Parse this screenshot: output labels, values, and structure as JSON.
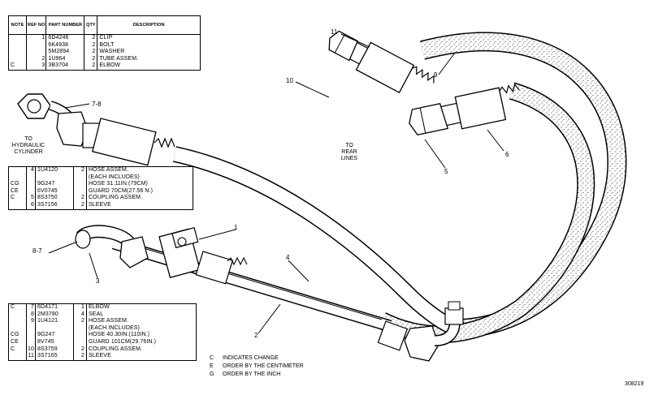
{
  "table_headers": {
    "note": "NOTE",
    "ref_no": "REF NO",
    "part_number": "PART NUMBER",
    "qty": "QTY",
    "description": "DESCRIPTION"
  },
  "parts_table_1": [
    {
      "note": "",
      "ref": "1",
      "part": "6D4246",
      "qty": "2",
      "desc": "CLIP"
    },
    {
      "note": "",
      "ref": "",
      "part": "6K4938",
      "qty": "2",
      "desc": "BOLT"
    },
    {
      "note": "",
      "ref": "",
      "part": "5M2894",
      "qty": "2",
      "desc": "WASHER"
    },
    {
      "note": "",
      "ref": "2",
      "part": "1U964",
      "qty": "2",
      "desc": "TUBE ASSEM."
    },
    {
      "note": "C",
      "ref": "3",
      "part": "3B3704",
      "qty": "2",
      "desc": "ELBOW"
    }
  ],
  "parts_table_2": [
    {
      "note": "",
      "ref": "4",
      "part": "1U4120",
      "qty": "2",
      "desc": "HOSE ASSEM."
    },
    {
      "note": "",
      "ref": "",
      "part": "",
      "qty": "",
      "desc": "(EACH INCLUDES)"
    },
    {
      "note": "CG",
      "ref": "",
      "part": "9G247",
      "qty": "",
      "desc": "HOSE 31.11IN.(79CM)"
    },
    {
      "note": "CE",
      "ref": "",
      "part": "6V0745",
      "qty": "",
      "desc": "GUARD 70CM(27.56 N.)"
    },
    {
      "note": "C",
      "ref": "5",
      "part": "8S3750",
      "qty": "2",
      "desc": "COUPLING ASSEM."
    },
    {
      "note": "",
      "ref": "6",
      "part": "3S7156",
      "qty": "2",
      "desc": "SLEEVE"
    }
  ],
  "parts_table_3": [
    {
      "note": "C",
      "ref": "7",
      "part": "6D4171",
      "qty": "1",
      "desc": "ELBOW"
    },
    {
      "note": "",
      "ref": "8",
      "part": "2M3780",
      "qty": "4",
      "desc": "SEAL"
    },
    {
      "note": "",
      "ref": "9",
      "part": "1U4121",
      "qty": "2",
      "desc": "HOSE ASSEM."
    },
    {
      "note": "",
      "ref": "",
      "part": "",
      "qty": "",
      "desc": "(EACH INCLUDES)"
    },
    {
      "note": "CG",
      "ref": "",
      "part": "9G247",
      "qty": "",
      "desc": "HOSE 40.30IN.(110IN.)"
    },
    {
      "note": "CE",
      "ref": "",
      "part": "8V745",
      "qty": "",
      "desc": "GUARD 101CM(29.76IN.)"
    },
    {
      "note": "C",
      "ref": "10",
      "part": "8S3759",
      "qty": "2",
      "desc": "COUPLING ASSEM."
    },
    {
      "note": "",
      "ref": "11",
      "part": "3S7165",
      "qty": "2",
      "desc": "SLEEVE"
    }
  ],
  "callouts": {
    "c1": "1",
    "c2": "2",
    "c3": "3",
    "c4": "4",
    "c5": "5",
    "c6": "6",
    "c78_top": "7-8",
    "c87_left": "8-7",
    "c9": "9",
    "c10": "10",
    "c11": "11"
  },
  "annotations": {
    "to_cylinder": [
      "TO",
      "HYDRAULIC",
      "CYLINDER"
    ],
    "to_rear": [
      "TO",
      "REAR",
      "LINES"
    ]
  },
  "legend": [
    {
      "code": "C",
      "text": "INDICATES CHANGE"
    },
    {
      "code": "E",
      "text": "ORDER BY THE CENTIMETER"
    },
    {
      "code": "G",
      "text": "ORDER BY THE INCH"
    }
  ],
  "doc_number": "308219"
}
